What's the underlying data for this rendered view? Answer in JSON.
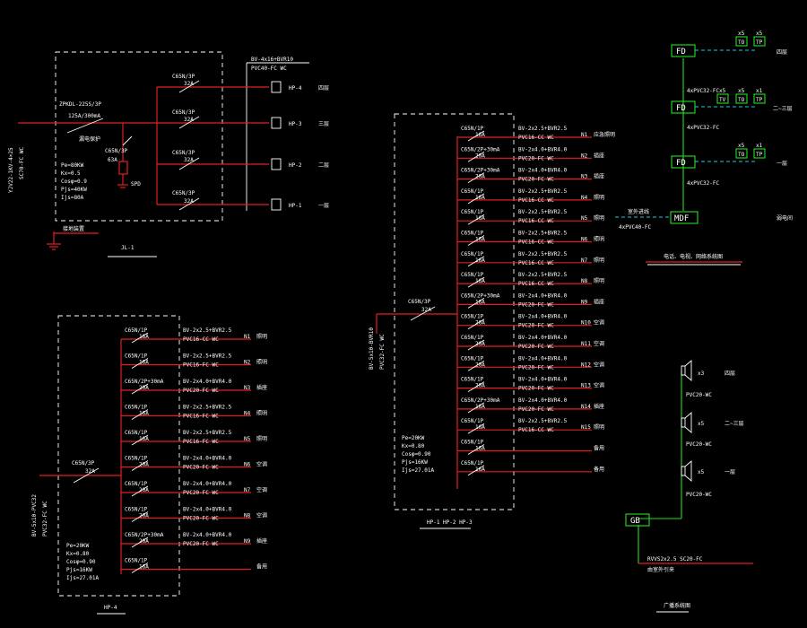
{
  "colors": {
    "background": "#000000",
    "wire": "#e02020",
    "text": "#ffffff",
    "frame": "#ffffff",
    "equipment": "#20e020",
    "data_line": "#20c8e0"
  },
  "jl1": {
    "title": "JL-1",
    "feeder": "YJV22-1KV-4×25",
    "feeder2": "SC70-FC WC",
    "main_breaker": "ZPKDL-225S/3P",
    "main_rating": "125A/300mA",
    "sub_label": "漏电保护",
    "spd_breaker": "C65N/3P",
    "spd_rating": "63A",
    "spd": "SPD",
    "calc": [
      "Pe=80KW",
      "Kx=0.5",
      "Cosφ=0.9",
      "Pjs=40KW",
      "Ijs=80A"
    ],
    "ground": "接地装置",
    "cable": "BV-4x16+BVR10",
    "conduit": "PVC40-FC WC",
    "branches": [
      {
        "breaker": "C65N/3P",
        "rating": "32A",
        "panel": "HP-4",
        "floor": "四层"
      },
      {
        "breaker": "C65N/3P",
        "rating": "32A",
        "panel": "HP-3",
        "floor": "三层"
      },
      {
        "breaker": "C65N/3P",
        "rating": "32A",
        "panel": "HP-2",
        "floor": "二层"
      },
      {
        "breaker": "C65N/3P",
        "rating": "32A",
        "panel": "HP-1",
        "floor": "一层"
      }
    ]
  },
  "hp4": {
    "title": "HP-4",
    "incoming": "BV-5x10-PVC32",
    "incoming2": "PVC32-FC WC",
    "main_breaker": "C65N/3P",
    "main_rating": "32A",
    "calc": [
      "Pe=20KW",
      "Kx=0.80",
      "Cosφ=0.90",
      "Pjs=16KW",
      "Ijs=27.01A"
    ],
    "circuits": [
      {
        "breaker": "C65N/1P",
        "rating": "16A",
        "cable": "BV-2x2.5+BVR2.5",
        "conduit": "PVC16-CC WC",
        "id": "N1",
        "load": "照明"
      },
      {
        "breaker": "C65N/1P",
        "rating": "16A",
        "cable": "BV-2x2.5+BVR2.5",
        "conduit": "PVC16-FC WC",
        "id": "N2",
        "load": "照明"
      },
      {
        "breaker": "C65N/2P+30mA",
        "rating": "20A",
        "cable": "BV-2x4.0+BVR4.0",
        "conduit": "PVC20-FC WC",
        "id": "N3",
        "load": "插座"
      },
      {
        "breaker": "C65N/1P",
        "rating": "16A",
        "cable": "BV-2x2.5+BVR2.5",
        "conduit": "PVC16-FC WC",
        "id": "N4",
        "load": "照明"
      },
      {
        "breaker": "C65N/1P",
        "rating": "16A",
        "cable": "BV-2x2.5+BVR2.5",
        "conduit": "PVC16-FC WC",
        "id": "N5",
        "load": "照明"
      },
      {
        "breaker": "C65N/1P",
        "rating": "20A",
        "cable": "BV-2x4.0+BVR4.0",
        "conduit": "PVC20-FC WC",
        "id": "N6",
        "load": "空调"
      },
      {
        "breaker": "C65N/1P",
        "rating": "20A",
        "cable": "BV-2x4.0+BVR4.0",
        "conduit": "PVC20-FC WC",
        "id": "N7",
        "load": "空调"
      },
      {
        "breaker": "C65N/1P",
        "rating": "20A",
        "cable": "BV-2x4.0+BVR4.0",
        "conduit": "PVC20-FC WC",
        "id": "N8",
        "load": "空调"
      },
      {
        "breaker": "C65N/2P+30mA",
        "rating": "20A",
        "cable": "BV-2x4.0+BVR4.0",
        "conduit": "PVC20-FC WC",
        "id": "N9",
        "load": "插座"
      },
      {
        "breaker": "C65N/1P",
        "rating": "16A",
        "cable": "",
        "conduit": "",
        "id": "",
        "load": "备用"
      }
    ]
  },
  "hp123": {
    "title": "HP-1 HP-2 HP-3",
    "incoming": "BV-5x10-BVR10",
    "incoming2": "PVC32-FC WC",
    "main_breaker": "C65N/3P",
    "main_rating": "32A",
    "calc": [
      "Pe=20KW",
      "Kx=0.80",
      "Cosφ=0.90",
      "Pjs=16KW",
      "Ijs=27.01A"
    ],
    "circuits": [
      {
        "breaker": "C65N/1P",
        "rating": "16A",
        "cable": "BV-2x2.5+BVR2.5",
        "conduit": "PVC16-CC WC",
        "id": "N1",
        "load": "应急照明"
      },
      {
        "breaker": "C65N/2P+30mA",
        "rating": "20A",
        "cable": "BV-2x4.0+BVR4.0",
        "conduit": "PVC20-FC WC",
        "id": "N2",
        "load": "插座"
      },
      {
        "breaker": "C65N/2P+30mA",
        "rating": "20A",
        "cable": "BV-2x4.0+BVR4.0",
        "conduit": "PVC20-FC WC",
        "id": "N3",
        "load": "插座"
      },
      {
        "breaker": "C65N/1P",
        "rating": "16A",
        "cable": "BV-2x2.5+BVR2.5",
        "conduit": "PVC16-CC WC",
        "id": "N4",
        "load": "照明"
      },
      {
        "breaker": "C65N/1P",
        "rating": "16A",
        "cable": "BV-2x2.5+BVR2.5",
        "conduit": "PVC16-CC WC",
        "id": "N5",
        "load": "照明"
      },
      {
        "breaker": "C65N/1P",
        "rating": "16A",
        "cable": "BV-2x2.5+BVR2.5",
        "conduit": "PVC16-CC WC",
        "id": "N6",
        "load": "照明"
      },
      {
        "breaker": "C65N/1P",
        "rating": "16A",
        "cable": "BV-2x2.5+BVR2.5",
        "conduit": "PVC16-CC WC",
        "id": "N7",
        "load": "照明"
      },
      {
        "breaker": "C65N/1P",
        "rating": "16A",
        "cable": "BV-2x2.5+BVR2.5",
        "conduit": "PVC16-CC WC",
        "id": "N8",
        "load": "照明"
      },
      {
        "breaker": "C65N/2P+30mA",
        "rating": "16A",
        "cable": "BV-2x4.0+BVR4.0",
        "conduit": "PVC20-FC WC",
        "id": "N9",
        "load": "插座"
      },
      {
        "breaker": "C65N/1P",
        "rating": "20A",
        "cable": "BV-2x4.0+BVR4.0",
        "conduit": "PVC20-FC WC",
        "id": "N10",
        "load": "空调"
      },
      {
        "breaker": "C65N/1P",
        "rating": "20A",
        "cable": "BV-2x4.0+BVR4.0",
        "conduit": "PVC20-FC WC",
        "id": "N11",
        "load": "空调"
      },
      {
        "breaker": "C65N/1P",
        "rating": "20A",
        "cable": "BV-2x4.0+BVR4.0",
        "conduit": "PVC20-FC WC",
        "id": "N12",
        "load": "空调"
      },
      {
        "breaker": "C65N/1P",
        "rating": "20A",
        "cable": "BV-2x4.0+BVR4.0",
        "conduit": "PVC20-FC WC",
        "id": "N13",
        "load": "空调"
      },
      {
        "breaker": "C65N/2P+30mA",
        "rating": "16A",
        "cable": "BV-2x4.0+BVR4.0",
        "conduit": "PVC20-FC WC",
        "id": "N14",
        "load": "插座"
      },
      {
        "breaker": "C65N/1P",
        "rating": "16A",
        "cable": "BV-2x2.5+BVR2.5",
        "conduit": "PVC16-CC WC",
        "id": "N15",
        "load": "照明"
      },
      {
        "breaker": "C65N/1P",
        "rating": "16A",
        "cable": "",
        "conduit": "",
        "id": "",
        "load": "备用"
      },
      {
        "breaker": "C65N/1P",
        "rating": "16A",
        "cable": "",
        "conduit": "",
        "id": "",
        "load": "备用"
      }
    ]
  },
  "network": {
    "title": "电话、电视、网络系统图",
    "nodes": [
      {
        "label": "FD",
        "floor": "四层",
        "outlets": [
          {
            "count": "x5",
            "type": "TO"
          },
          {
            "count": "x5",
            "type": "TP"
          }
        ],
        "riser": "4xPVC32-FC"
      },
      {
        "label": "FD",
        "floor": "二~三层",
        "outlets": [
          {
            "count": "x5",
            "type": "TV"
          },
          {
            "count": "x5",
            "type": "TO"
          },
          {
            "count": "x1",
            "type": "TP"
          }
        ],
        "riser": "4xPVC32-FC"
      },
      {
        "label": "FD",
        "floor": "一层",
        "outlets": [
          {
            "count": "x5",
            "type": "TO"
          },
          {
            "count": "x1",
            "type": "TP"
          }
        ],
        "riser": "4xPVC32-FC"
      }
    ],
    "mdf": "MDF",
    "incoming_label": "室外进线",
    "incoming_conduit": "4xPVC40-FC",
    "mdf_note": "弱电间"
  },
  "broadcast": {
    "title": "广播系统图",
    "speakers": [
      {
        "count": "x3",
        "floor": "四层",
        "conduit": "PVC20-WC"
      },
      {
        "count": "x5",
        "floor": "二~三层",
        "conduit": "PVC20-WC"
      },
      {
        "count": "x5",
        "floor": "一层",
        "conduit": "PVC20-WC"
      }
    ],
    "gb": "GB",
    "cable": "RVVS2x2.5  SC20-FC",
    "cable2": "由室外引来"
  }
}
